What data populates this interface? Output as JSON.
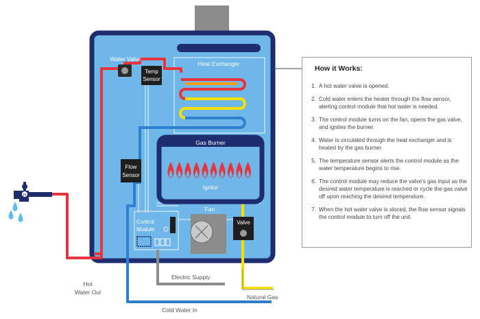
{
  "labels": {
    "water_valve": "Water Valve",
    "temp_sensor_l1": "Temp",
    "temp_sensor_l2": "Sensor",
    "heat_exchanger": "Heat Exchanger",
    "gas_burner": "Gas Burner",
    "ignitor": "Ignitor",
    "flow_sensor_l1": "Flow",
    "flow_sensor_l2": "Sensor",
    "control_module_l1": "Control",
    "control_module_l2": "Module",
    "fan": "Fan",
    "valve": "Valve",
    "hot_water_out_l1": "Hot",
    "hot_water_out_l2": "Water Out",
    "electric_supply": "Electric Supply",
    "natural_gas": "Natural Gas",
    "cold_water_in": "Cold Water In",
    "faucet_handle": "H"
  },
  "how_it_works": {
    "title": "How it Works:",
    "steps": [
      {
        "num": "1.",
        "text": "A hot water valve is opened."
      },
      {
        "num": "2.",
        "text": "Cold water enters the heater through the flow sensor, alerting control module that hot water is needed."
      },
      {
        "num": "3.",
        "text": "The control module turns on the fan, opens the gas valve, and ignites the burner."
      },
      {
        "num": "4.",
        "text": "Water is circulated through the heat exchanger and is heated by the gas burner."
      },
      {
        "num": "5.",
        "text": "The temperature sensor alerts the control module as the water temperature begins to rise."
      },
      {
        "num": "6.",
        "text": "The control module may reduce the valve's gas input as the desired water temperature is reached or cycle the gas valve off upon reaching the desired temperature."
      },
      {
        "num": "7.",
        "text": "When the hot water valve is sloced, the flow sensor signals the control module to turn off the unit."
      }
    ]
  },
  "colors": {
    "hot_pipe": "#e8323c",
    "cold_pipe": "#2f7fd0",
    "gas_pipe": "#f5e000",
    "electric": "#8c8c8c",
    "unit_body": "#6fb7e8",
    "unit_border": "#1d2d6e",
    "flame": "#e8323c",
    "water_drop": "#5bbde8"
  }
}
